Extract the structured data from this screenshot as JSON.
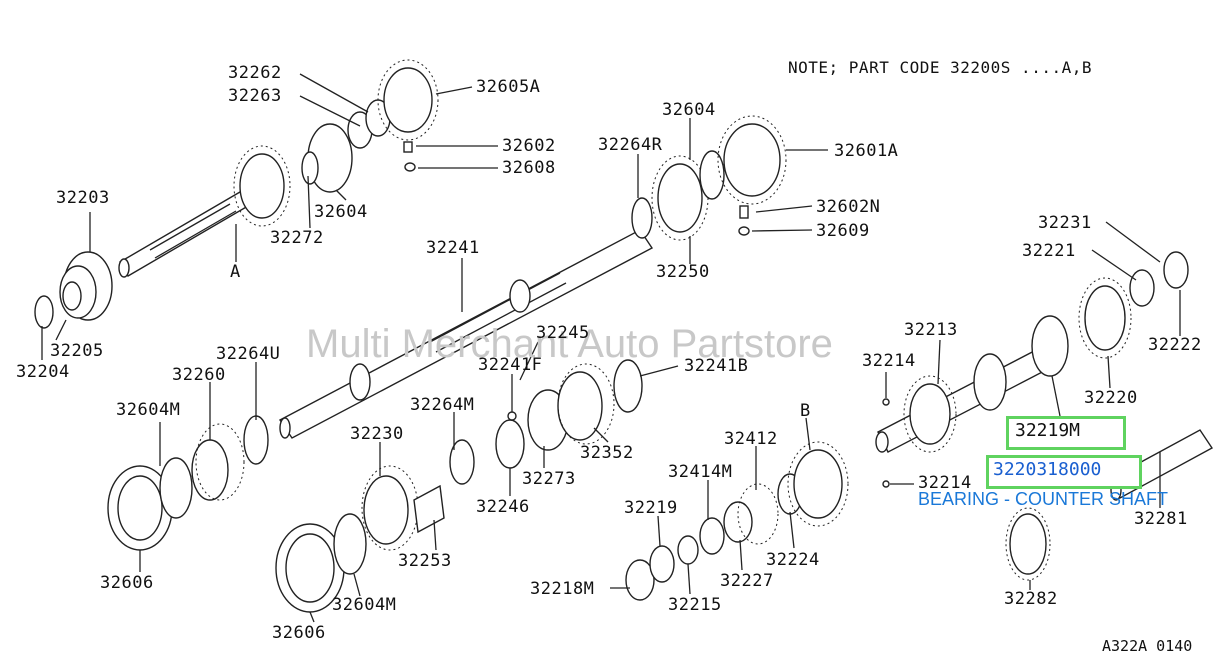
{
  "note": "NOTE; PART CODE  32200S ....A,B",
  "watermark": "Multi Merchant Auto Partstore",
  "diagram_code": "A322A 0140",
  "callouts": {
    "c32262": "32262",
    "c32263": "32263",
    "c32605A": "32605A",
    "c32602": "32602",
    "c32608": "32608",
    "c32604a": "32604",
    "c32272": "32272",
    "c32203": "32203",
    "cA": "A",
    "c32205": "32205",
    "c32204": "32204",
    "c32604b": "32604",
    "c32264R": "32264R",
    "c32601A": "32601A",
    "c32602N": "32602N",
    "c32609": "32609",
    "c32250": "32250",
    "c32241": "32241",
    "c32245": "32245",
    "c32241F": "32241F",
    "c32241B": "32241B",
    "c32264U": "32264U",
    "c32260": "32260",
    "c32604M": "32604M",
    "c32264M": "32264M",
    "c32230": "32230",
    "c32273": "32273",
    "c32352": "32352",
    "c32246": "32246",
    "c32253": "32253",
    "c32606a": "32606",
    "c32604M2": "32604M",
    "c32606b": "32606",
    "cB": "B",
    "c32412": "32412",
    "c32414M": "32414M",
    "c32219": "32219",
    "c32218M": "32218M",
    "c32215": "32215",
    "c32227": "32227",
    "c32224": "32224",
    "c32231": "32231",
    "c32221": "32221",
    "c32222": "32222",
    "c32213": "32213",
    "c32214a": "32214",
    "c32220": "32220",
    "c32214b": "32214",
    "c32281": "32281",
    "c32282": "32282"
  },
  "highlight": {
    "selected_label": "32219M",
    "part_number": "3220318000",
    "description": "BEARING - COUNTER SHAFT",
    "color": "#5fd35f",
    "link_color": "#1a78d8"
  }
}
